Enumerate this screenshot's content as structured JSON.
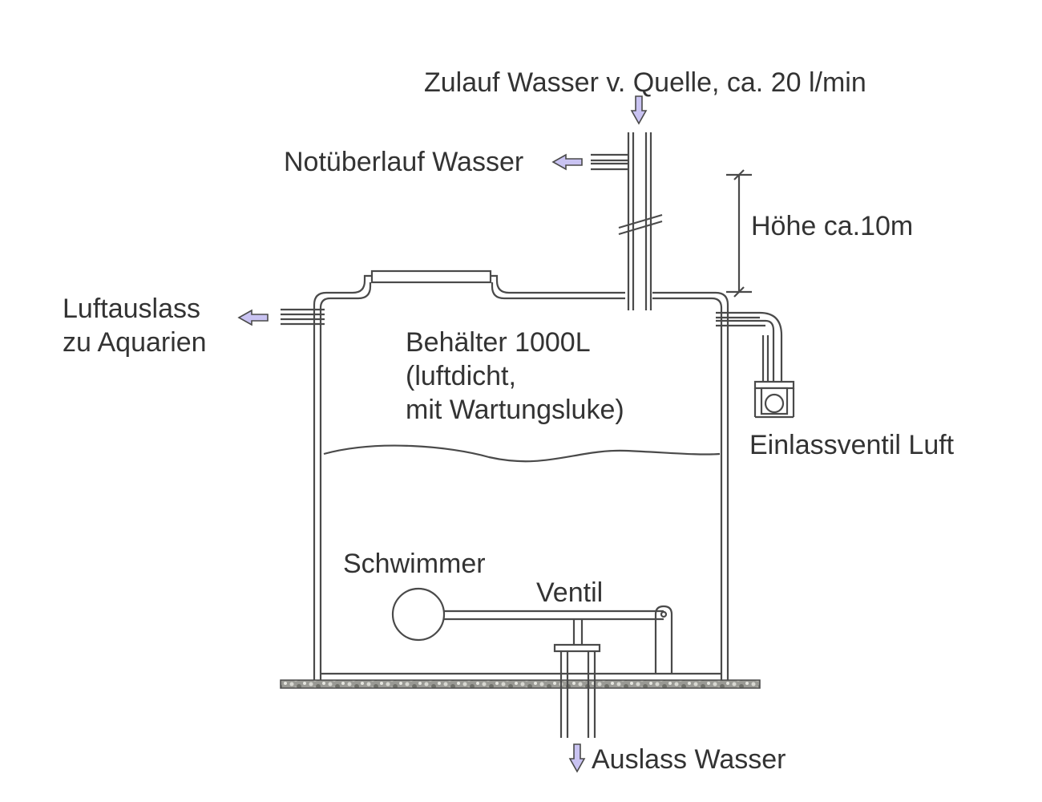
{
  "labels": {
    "inflow": "Zulauf Wasser v. Quelle, ca. 20 l/min",
    "overflow": "Notüberlauf Wasser",
    "height": "Höhe ca.10m",
    "air_outlet_line1": "Luftauslass",
    "air_outlet_line2": "zu Aquarien",
    "tank_line1": "Behälter 1000L",
    "tank_line2": "(luftdicht,",
    "tank_line3": "mit Wartungsluke)",
    "air_inlet_valve": "Einlassventil Luft",
    "float": "Schwimmer",
    "valve": "Ventil",
    "water_outlet": "Auslass Wasser"
  },
  "colors": {
    "arrow_fill": "#c9c3f2",
    "line": "#4a4a4a",
    "ground": "#8a8a8a",
    "text": "#333333"
  }
}
